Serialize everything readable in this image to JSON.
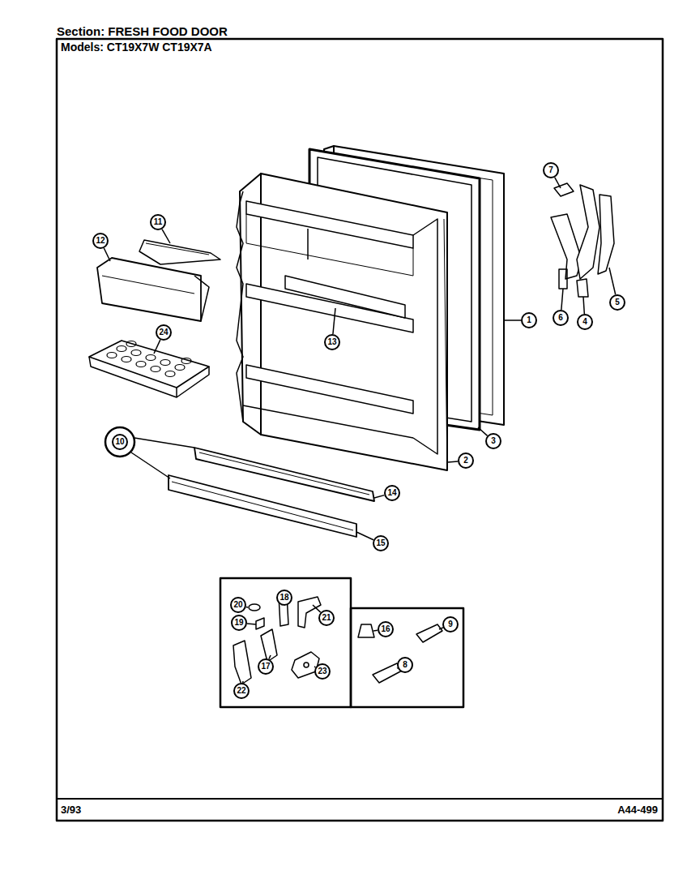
{
  "diagram": {
    "title": "Section: FRESH FOOD DOOR",
    "labels": [
      "Models: CT19X7W CT19X7A",
      "7",
      "11",
      "12",
      "5",
      "6",
      "4",
      "1",
      "13",
      "24",
      "3",
      "2",
      "10",
      "14",
      "15",
      "20",
      "18",
      "19",
      "21",
      "17",
      "22",
      "23",
      "16",
      "9",
      "8",
      "3/93",
      "A44-499"
    ]
  }
}
